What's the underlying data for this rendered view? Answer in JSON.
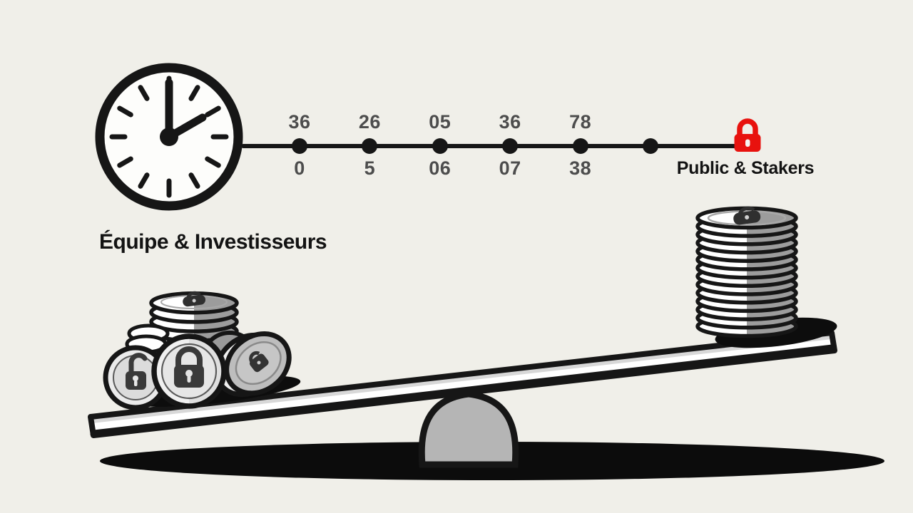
{
  "colors": {
    "background": "#f0efe9",
    "ink": "#161616",
    "number_gray": "#4d4d4d",
    "lock_red": "#e8120e",
    "coin_gray": "#9c9c9c",
    "fulcrum_gray": "#b5b5b5"
  },
  "timeline": {
    "ticks": [
      {
        "top": "36",
        "bottom": "0"
      },
      {
        "top": "26",
        "bottom": "5"
      },
      {
        "top": "05",
        "bottom": "06"
      },
      {
        "top": "36",
        "bottom": "07"
      },
      {
        "top": "78",
        "bottom": "38"
      },
      {
        "top": "",
        "bottom": ""
      }
    ],
    "end_label": "Public & Stakers"
  },
  "labels": {
    "left_group": "Équipe & Investisseurs"
  },
  "icons": {
    "clock": "clock-icon",
    "timeline_end": "lock-icon",
    "left_front_coin_1": "unlock-icon",
    "left_front_coin_2": "lock-icon",
    "left_front_coin_3": "lock-icon",
    "left_stack_top": "lock-icon",
    "right_stack_top": "lock-icon"
  },
  "illustration": {
    "clock_time": "2:00",
    "left_stack_coins": 5,
    "right_stack_coins": 14
  }
}
